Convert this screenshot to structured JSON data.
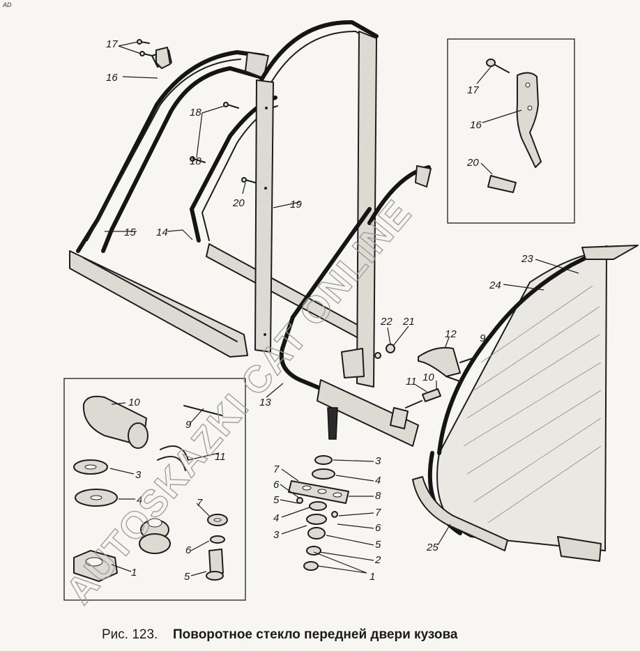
{
  "corner_mark": "AD",
  "watermark": "AUTOSKAZKI CAT ONLINE",
  "caption": {
    "number": "Рис. 123.",
    "title": "Поворотное стекло передней двери кузова"
  },
  "labels": {
    "main": [
      "17",
      "16",
      "18",
      "18",
      "20",
      "19",
      "15",
      "14",
      "13",
      "23",
      "24",
      "22",
      "21",
      "12",
      "9",
      "11",
      "10",
      "3",
      "4",
      "8",
      "7",
      "6",
      "5",
      "2",
      "1",
      "7",
      "6",
      "5",
      "4",
      "3",
      "25"
    ],
    "inset_top": [
      "17",
      "16",
      "20"
    ],
    "inset_bottom": [
      "10",
      "9",
      "11",
      "3",
      "4",
      "7",
      "6",
      "5",
      "1"
    ]
  }
}
